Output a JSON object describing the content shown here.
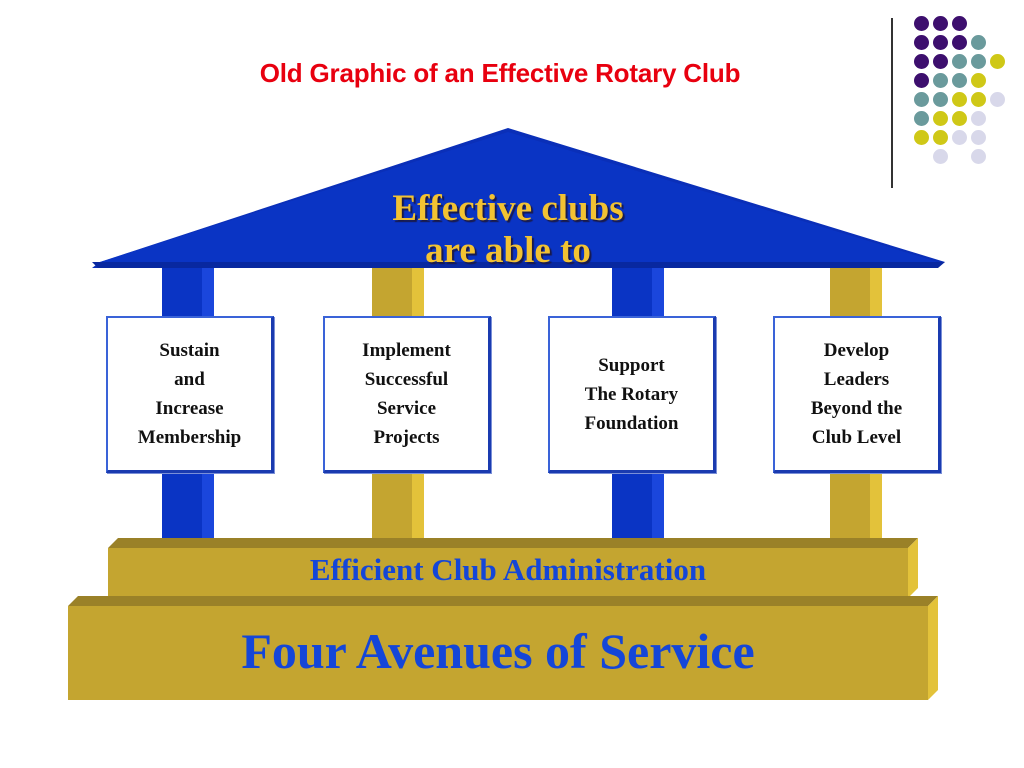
{
  "slide": {
    "title": "Old Graphic of an Effective Rotary Club",
    "title_color": "#e8000f"
  },
  "decoration": {
    "dot_colors": {
      "P": "#3d0f6e",
      "T": "#6a9a9c",
      "Y": "#cfc817",
      "L": "#d8d8ea"
    },
    "dot_grid": [
      "PPP--",
      "PPPT-",
      "PPTTY",
      "PTTY-",
      "TTYYL",
      "TYYL-",
      "YYLL-",
      "-L-L-"
    ]
  },
  "diagram": {
    "roof": {
      "line1": "Effective clubs",
      "line2": "are able to",
      "color": "#0a34c4",
      "text_color": "#f2c232"
    },
    "pillars": [
      {
        "color": "blue",
        "label": "Sustain\nand\nIncrease\nMembership"
      },
      {
        "color": "gold",
        "label": "Implement\nSuccessful\nService\nProjects"
      },
      {
        "color": "blue",
        "label": "Support\nThe Rotary\nFoundation"
      },
      {
        "color": "gold",
        "label": "Develop\nLeaders\nBeyond the\nClub Level"
      }
    ],
    "upper_base": {
      "label": "Efficient Club Administration"
    },
    "lower_base": {
      "label": "Four Avenues of Service"
    },
    "colors": {
      "blue": "#0a34c4",
      "blue_light": "#1a46dc",
      "gold": "#c4a530",
      "gold_light": "#e3c23a",
      "gold_dark": "#9a8128",
      "base_text": "#1446d8"
    }
  }
}
